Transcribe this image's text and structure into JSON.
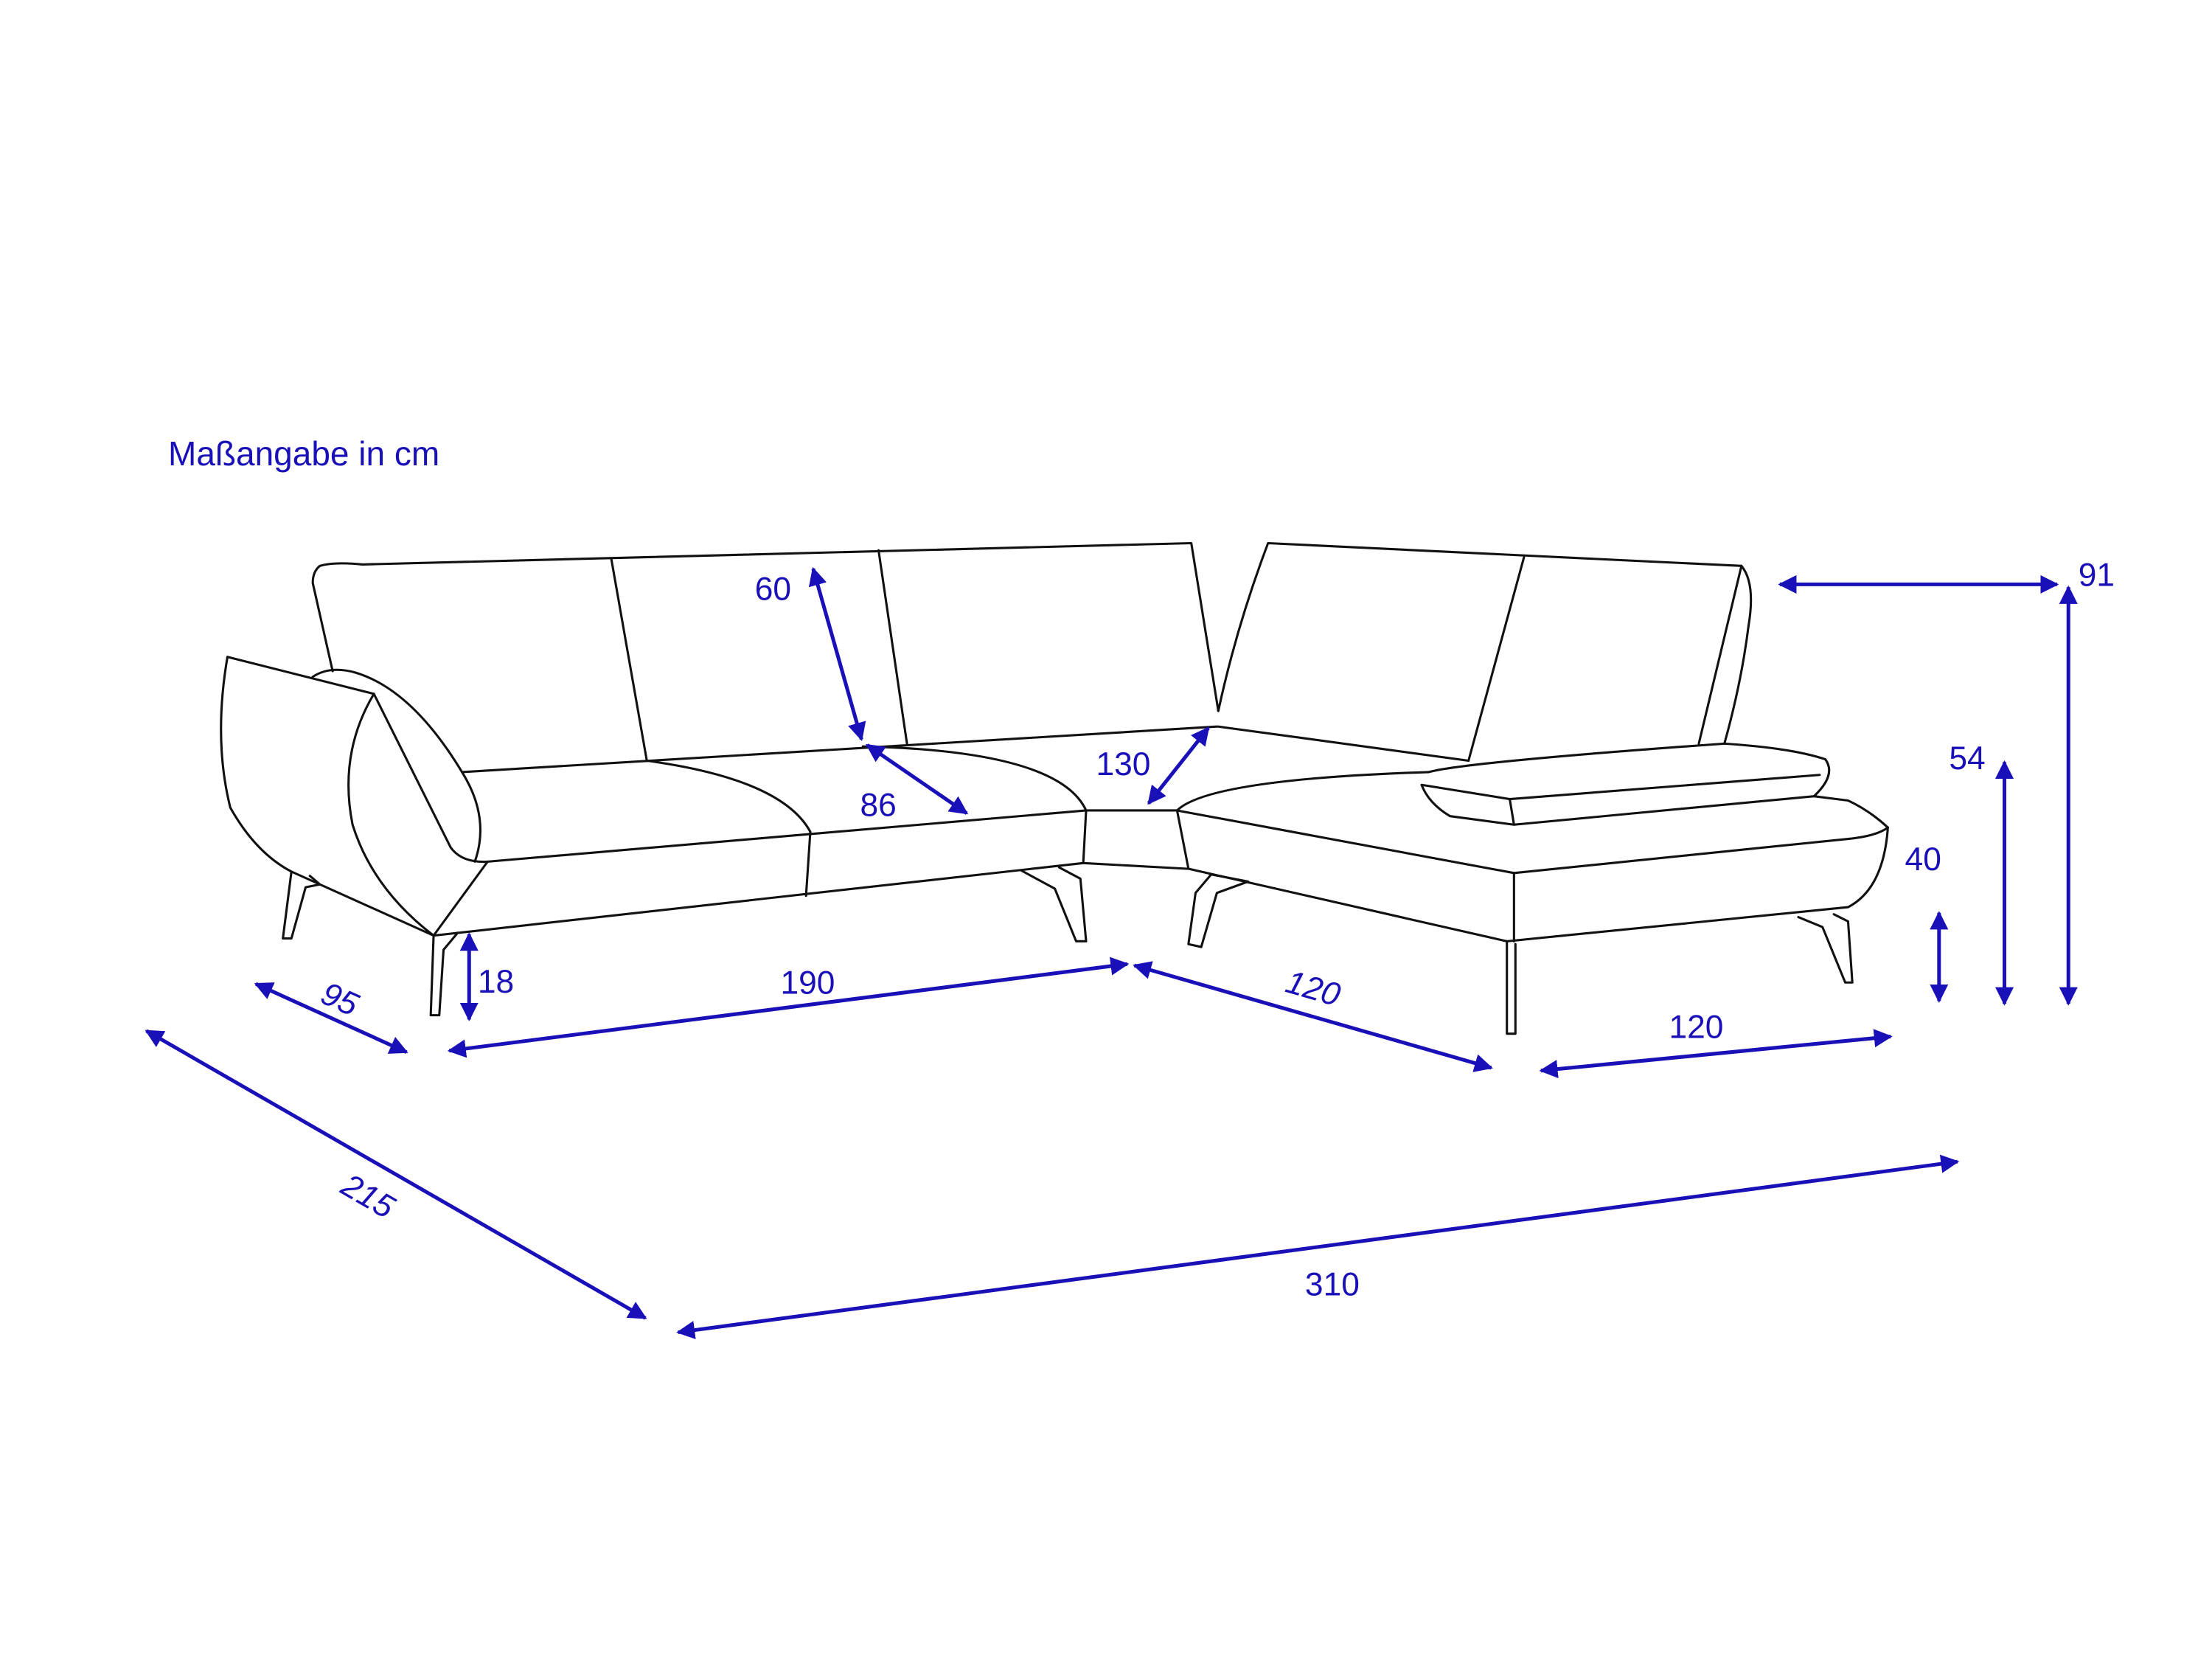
{
  "title": "Maßangabe in cm",
  "colors": {
    "dimension": "#1a10b8",
    "outline": "#111111"
  },
  "dimensions": {
    "backrest_height": "60",
    "seat_depth": "86",
    "corner_depth": "130",
    "total_height": "91",
    "armrest_height": "54",
    "seat_height": "40",
    "leg_height": "18",
    "side_depth": "95",
    "left_width": "190",
    "corner_width": "120",
    "right_width": "120",
    "total_depth": "215",
    "total_width": "310"
  }
}
